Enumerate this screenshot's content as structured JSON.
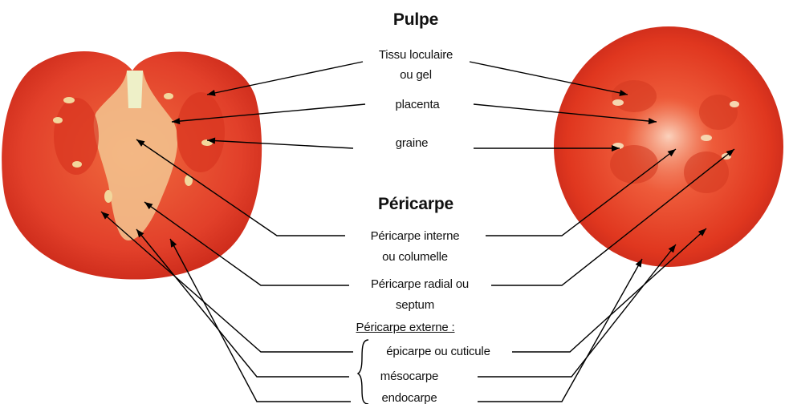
{
  "sections": {
    "pulpe": "Pulpe",
    "pericarpe": "Péricarpe"
  },
  "labels": {
    "tissu_line1": "Tissu loculaire",
    "tissu_line2": "ou gel",
    "placenta": "placenta",
    "graine": "graine",
    "interne_line1": "Péricarpe interne",
    "interne_line2": "ou columelle",
    "radial_line1": "Péricarpe radial ou",
    "radial_line2": "septum",
    "externe": "Péricarpe externe :",
    "epicarpe": "épicarpe ou cuticule",
    "mesocarpe": "mésocarpe",
    "endocarpe": "endocarpe"
  },
  "colors": {
    "skin": "#d8321b",
    "flesh": "#e8472c",
    "gel": "#f07a55",
    "placenta": "#f2d9a8",
    "seed": "#f4e0a0",
    "line": "#000000"
  }
}
